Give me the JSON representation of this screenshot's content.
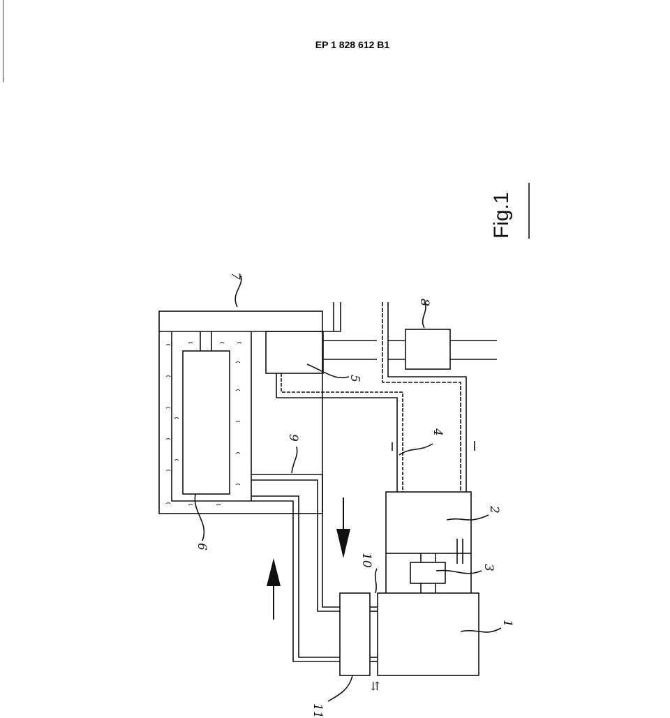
{
  "header": {
    "doc_number": "EP 1 828 612 B1"
  },
  "figure": {
    "caption": "Fig.1",
    "flow_symbol": "⇆"
  },
  "labels": {
    "l1": "1",
    "l2": "2",
    "l3": "3",
    "l4": "4",
    "l5": "5",
    "l6": "6",
    "l7": "7",
    "l8": "8",
    "l9": "9",
    "l10": "10",
    "l11": "11"
  }
}
